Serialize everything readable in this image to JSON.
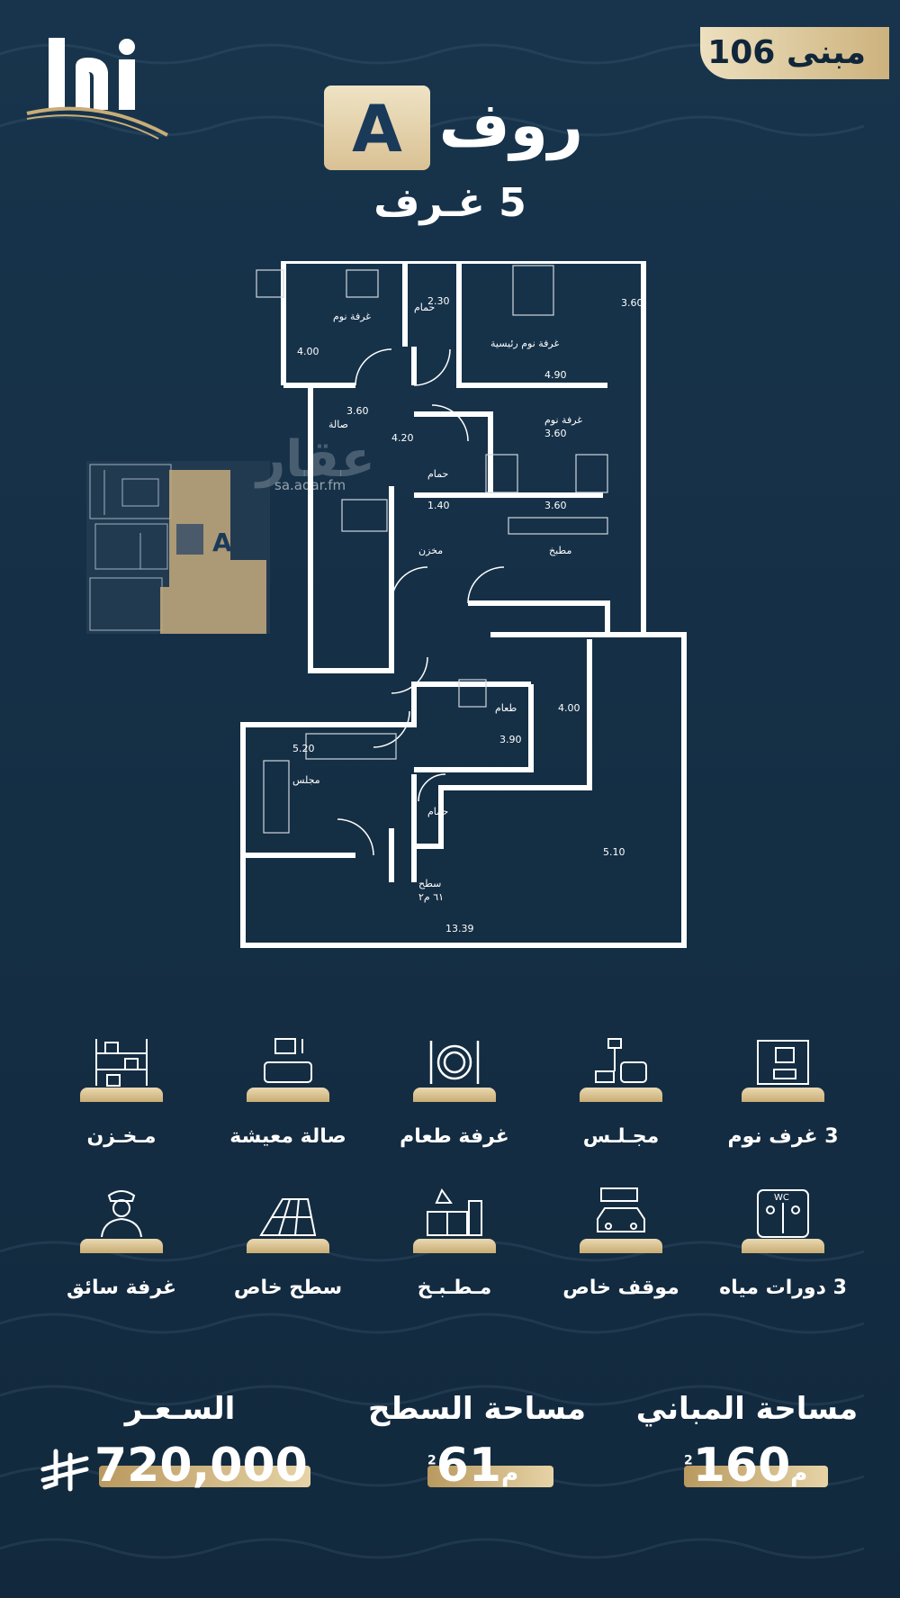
{
  "brand": {
    "logo_text": "lni"
  },
  "header": {
    "building": "مبنى 106",
    "roof_letter": "A",
    "roof_word": "روف",
    "rooms": "5 غـرف"
  },
  "watermark": {
    "name": "عقار",
    "url": "sa.aqar.fm"
  },
  "plan_labels": {
    "bedroom_1": "غرفة نوم",
    "bedroom_master": "غرفة نوم رئيسية",
    "bedroom_2": "غرفة نوم",
    "bath": "حمام",
    "hall": "صالة",
    "storage": "مخزن",
    "kitchen": "مطبخ",
    "dining": "طعام",
    "majlis": "مجلس",
    "roof": "سطح",
    "roof_area": "٦١ م٢",
    "d_400": "4.00",
    "d_490": "4.90",
    "d_360a": "3.60",
    "d_360b": "3.60",
    "d_360c": "3.60",
    "d_360v": "3.60",
    "d_230": "2.30",
    "d_420": "4.20",
    "d_140": "1.40",
    "d_390": "3.90",
    "d_400v": "4.00",
    "d_520": "5.20",
    "d_510": "5.10",
    "d_1339": "13.39"
  },
  "mini_plan_letter": "A",
  "features_row1": [
    {
      "label": "3 غرف نوم",
      "icon": "bedroom-icon"
    },
    {
      "label": "مجـلـس",
      "icon": "sofa-lamp-icon"
    },
    {
      "label": "غرفة طعام",
      "icon": "plate-cutlery-icon"
    },
    {
      "label": "صالة معيشة",
      "icon": "tv-sofa-icon"
    },
    {
      "label": "مـخـزن",
      "icon": "storage-shelf-icon"
    }
  ],
  "features_row2": [
    {
      "label": "3 دورات مياه",
      "icon": "wc-icon"
    },
    {
      "label": "موقف خاص",
      "icon": "parking-car-icon"
    },
    {
      "label": "مـطـبـخ",
      "icon": "kitchen-icon"
    },
    {
      "label": "سطح خاص",
      "icon": "solar-roof-icon"
    },
    {
      "label": "غرفة سائق",
      "icon": "driver-icon"
    }
  ],
  "stats": {
    "building_area_label": "مساحة المباني",
    "building_area_value": "160",
    "roof_area_label": "مساحة السطح",
    "roof_area_value": "61",
    "unit": "م",
    "unit_sup": "2",
    "price_label": "السـعـر",
    "price_value": "720,000",
    "currency": "ريال سعودي"
  },
  "colors": {
    "background": "#153047",
    "gold": "#d4bb88",
    "navy": "#1a3a5a"
  }
}
